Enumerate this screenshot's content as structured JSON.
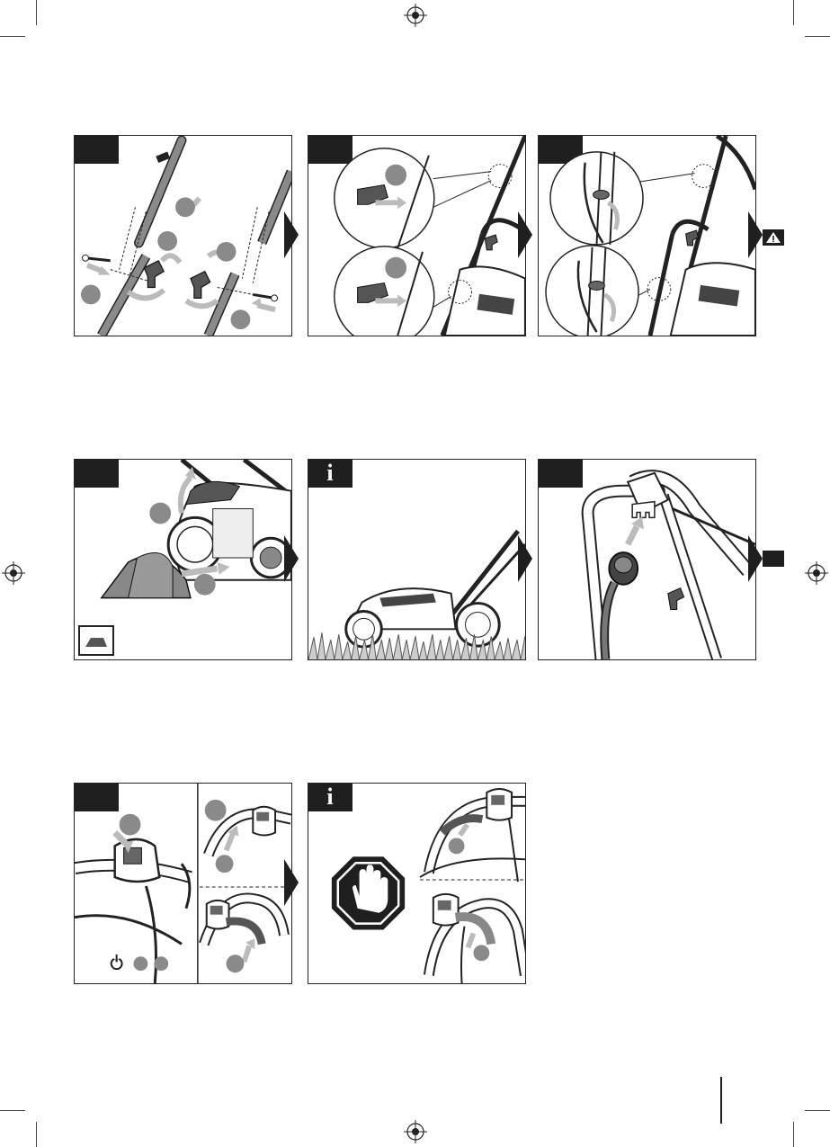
{
  "panels": [
    {
      "id": "p1",
      "tab_label": ""
    },
    {
      "id": "p2",
      "tab_label": ""
    },
    {
      "id": "p3",
      "tab_label": ""
    },
    {
      "id": "p4",
      "tab_label": ""
    },
    {
      "id": "p5",
      "tab_label": "i"
    },
    {
      "id": "p6",
      "tab_label": ""
    },
    {
      "id": "p7",
      "tab_label": ""
    },
    {
      "id": "p8",
      "tab_label": "i"
    }
  ],
  "icons": {
    "warning": "warning-triangle-icon",
    "power": "power-icon",
    "stop": "stop-hand-icon",
    "next": "next-arrow-icon"
  },
  "colors": {
    "ink": "#1f1f1f",
    "gray": "#8a8a8a",
    "light_gray": "#c8c8c8"
  }
}
